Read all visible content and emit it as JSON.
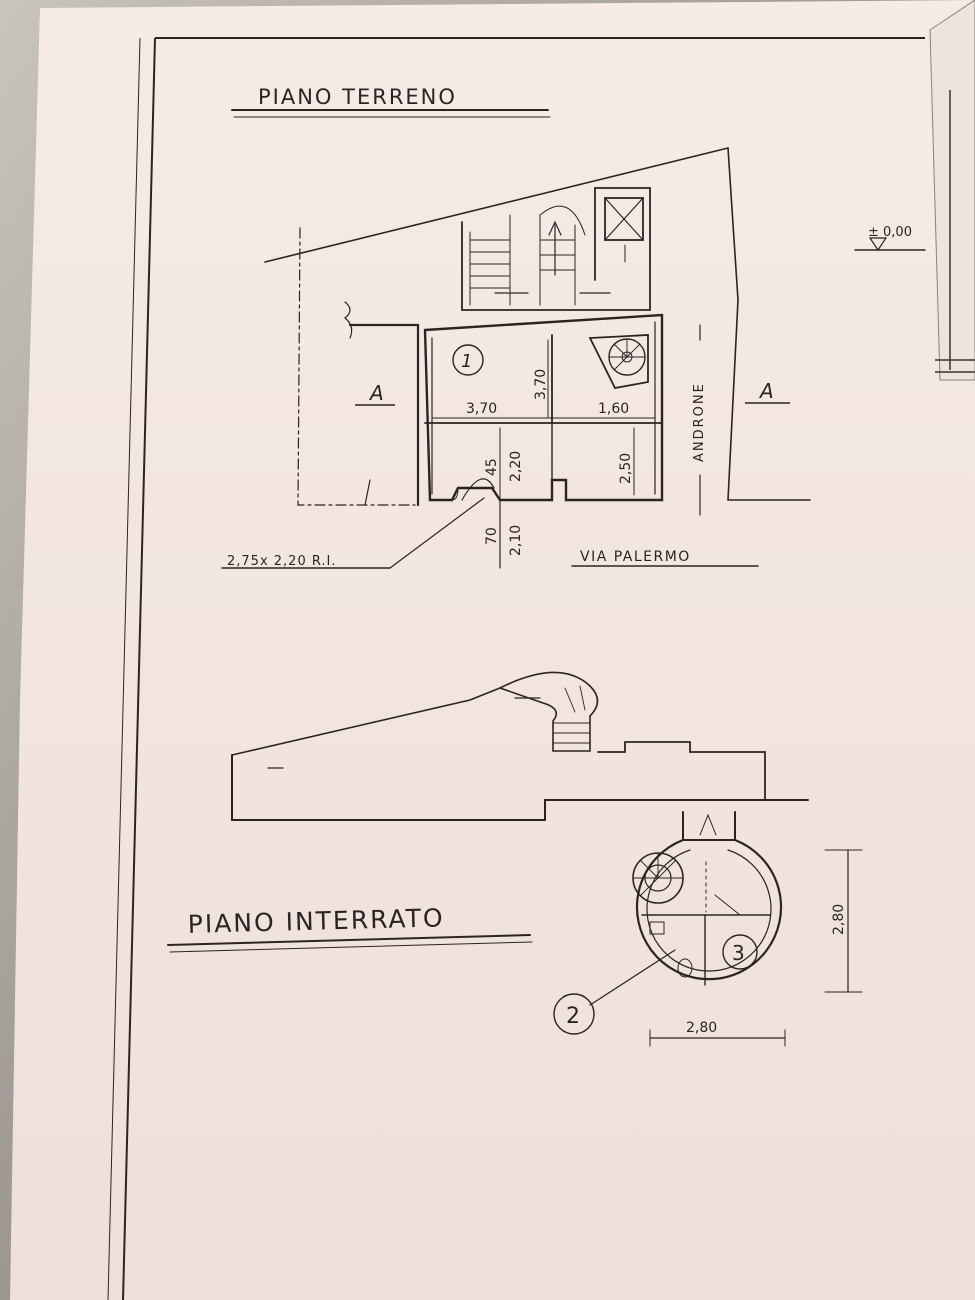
{
  "sheet": {
    "title_ground": "PIANO TERRENO",
    "title_basement": "PIANO INTERRATO",
    "level_mark": "± 0,00",
    "unit_A": "A",
    "androne": "ANDRONE",
    "street": "VIA PALERMO",
    "room1": "1",
    "room2": "2",
    "room3": "3",
    "dim_width_1": "3,70",
    "dim_height_1": "3,70",
    "dim_width_2": "1,60",
    "dim_220": "2,20",
    "dim_45": "45",
    "dim_250": "2,50",
    "dim_70": "70",
    "dim_210": "2,10",
    "shop_window": "2,75x 2,20 R.I.",
    "dim_basement_h": "2,80",
    "dim_basement_w": "2,80"
  },
  "colors": {
    "paper": "#f2e7e3",
    "ink": "#2a2523",
    "background": "#b9b2ab"
  }
}
